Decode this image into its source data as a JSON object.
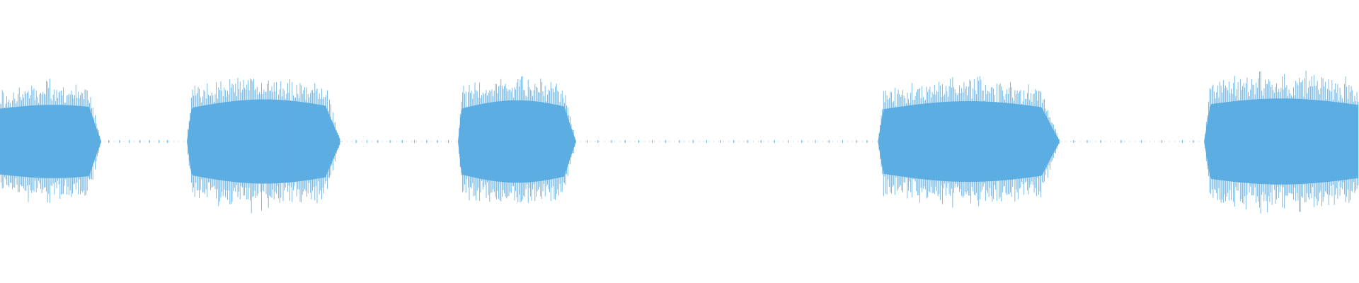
{
  "waveform": {
    "color": "#5dade2",
    "background": "#ffffff",
    "duration_fraction_total": 1.0,
    "segments": [
      {
        "start": 0.0,
        "end": 0.0745,
        "level": 0.44,
        "shape": "fade-out"
      },
      {
        "start": 0.1375,
        "end": 0.251,
        "level": 0.48,
        "shape": "bulge"
      },
      {
        "start": 0.337,
        "end": 0.424,
        "level": 0.47,
        "shape": "bulge"
      },
      {
        "start": 0.646,
        "end": 0.78,
        "level": 0.46,
        "shape": "bulge"
      },
      {
        "start": 0.886,
        "end": 1.0,
        "level": 0.49,
        "shape": "fade-in"
      }
    ],
    "silence_ticks": [
      0.08,
      0.088,
      0.095,
      0.103,
      0.11,
      0.117,
      0.123,
      0.262,
      0.27,
      0.278,
      0.287,
      0.296,
      0.305,
      0.314,
      0.322,
      0.33,
      0.432,
      0.44,
      0.45,
      0.46,
      0.47,
      0.48,
      0.49,
      0.5,
      0.51,
      0.52,
      0.53,
      0.54,
      0.55,
      0.56,
      0.57,
      0.58,
      0.59,
      0.6,
      0.61,
      0.62,
      0.63,
      0.638,
      0.79,
      0.8,
      0.81,
      0.825,
      0.84,
      0.855,
      0.87,
      0.878
    ]
  }
}
